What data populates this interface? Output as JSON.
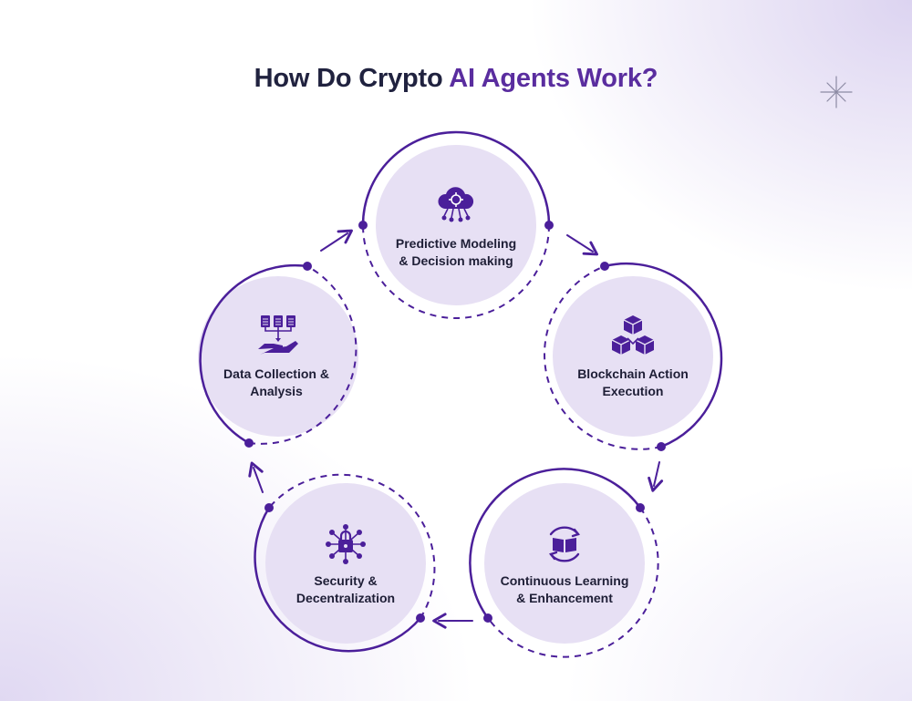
{
  "title": {
    "part1": "How Do Crypto",
    "part2": "AI Agents Work?"
  },
  "colors": {
    "accent": "#4b1f9a",
    "circle_fill": "#e7e0f4",
    "title_dark": "#20223f",
    "title_accent": "#5a2d9f"
  },
  "steps": [
    {
      "line1": "Predictive Modeling",
      "line2": "& Decision making",
      "icon": "ai-cloud-network-icon"
    },
    {
      "line1": "Blockchain Action",
      "line2": "Execution",
      "icon": "blockchain-cubes-icon"
    },
    {
      "line1": "Continuous Learning",
      "line2": "& Enhancement",
      "icon": "book-cycle-icon"
    },
    {
      "line1": "Security &",
      "line2": "Decentralization",
      "icon": "lock-network-icon"
    },
    {
      "line1": "Data Collection &",
      "line2": "Analysis",
      "icon": "hand-documents-icon"
    }
  ]
}
